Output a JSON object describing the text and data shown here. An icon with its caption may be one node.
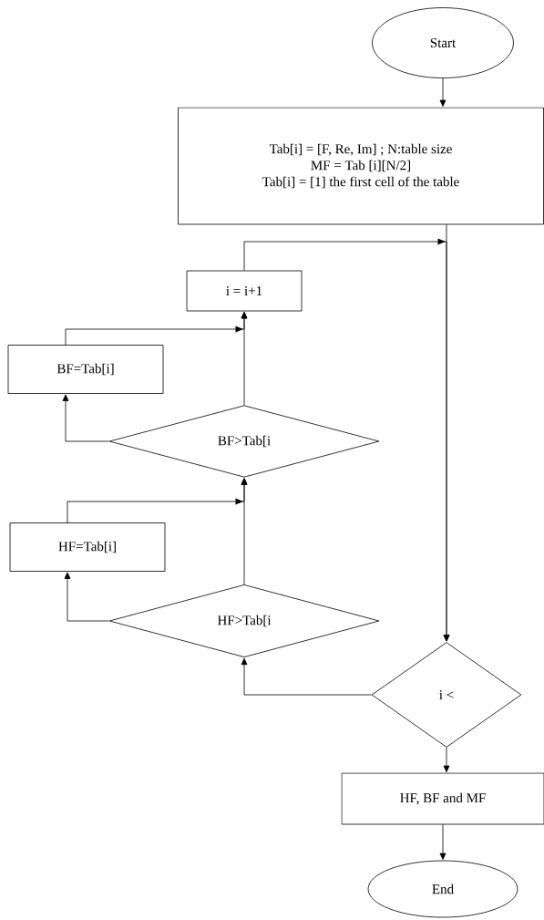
{
  "diagram": {
    "nodes": [
      {
        "text": [
          "Start"
        ]
      },
      {
        "text": [
          "Tab[i] = [F, Re, Im] ; N:table size",
          "MF = Tab [i][N/2]",
          "Tab[i] = [1] the first cell of the table"
        ]
      },
      {
        "text": [
          "i = i+1"
        ]
      },
      {
        "text": [
          "BF=Tab[i]"
        ]
      },
      {
        "text": [
          "BF>Tab[i"
        ]
      },
      {
        "text": [
          "HF=Tab[i]"
        ]
      },
      {
        "text": [
          "HF>Tab[i"
        ]
      },
      {
        "text": [
          "i <"
        ]
      },
      {
        "text": [
          "HF, BF and MF"
        ]
      },
      {
        "text": [
          "End"
        ]
      }
    ],
    "edges": [
      {
        "from": 0,
        "to": 1,
        "arrow": "to"
      },
      {
        "from": 1,
        "to": 7,
        "arrow": "to"
      },
      {
        "from": 2,
        "to": 7,
        "arrow": "to"
      },
      {
        "from": 3,
        "to": 2,
        "arrow": "to"
      },
      {
        "from": 4,
        "to": 2,
        "arrow": "to"
      },
      {
        "from": 4,
        "to": 3,
        "arrow": "to"
      },
      {
        "from": 5,
        "to": 4,
        "arrow": "to"
      },
      {
        "from": 6,
        "to": 4,
        "arrow": "to"
      },
      {
        "from": 6,
        "to": 5,
        "arrow": "to"
      },
      {
        "from": 7,
        "to": 6,
        "arrow": "to"
      },
      {
        "from": 7,
        "to": 8,
        "arrow": "to"
      },
      {
        "from": 8,
        "to": 9,
        "arrow": "to"
      }
    ]
  }
}
